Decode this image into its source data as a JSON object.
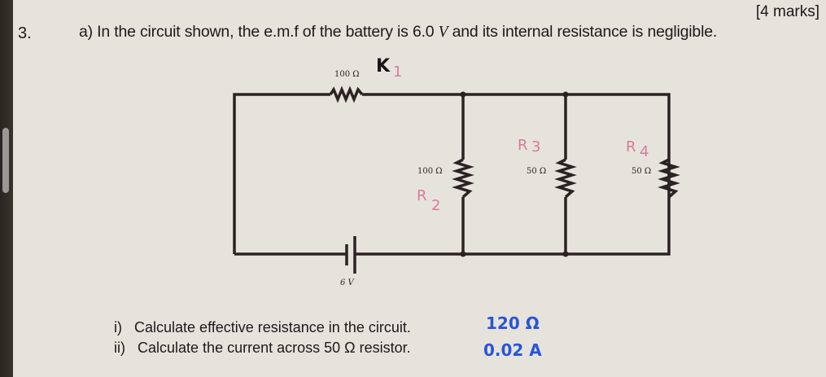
{
  "question": {
    "number": "3.",
    "marks": "[4 marks]",
    "part_a_prefix": "a) In the circuit shown, the e.m.f of the battery is ",
    "emf_value": "6.0",
    "emf_unit": "V",
    "part_a_suffix": " and its internal resistance is negligible."
  },
  "circuit": {
    "series_resistor": {
      "label": "100 Ω",
      "annotation": "K",
      "annotation_sub": "1"
    },
    "branches": [
      {
        "label": "100 Ω",
        "annotation": "R",
        "annotation_sub": "2"
      },
      {
        "label": "50 Ω",
        "annotation": "R",
        "annotation_sub": "3"
      },
      {
        "label": "50 Ω",
        "annotation": "R",
        "annotation_sub": "4"
      }
    ],
    "battery": {
      "label": "6 V"
    }
  },
  "subquestions": [
    {
      "label": "i)",
      "text": "Calculate effective resistance in the circuit.",
      "answer": "120 Ω"
    },
    {
      "label": "ii)",
      "text": "Calculate the current across 50 Ω resistor.",
      "answer": "0.02 A"
    }
  ],
  "colors": {
    "ink_pink": "#d87b9c",
    "ink_blue": "#2a55d6",
    "wire": "#2b2222"
  }
}
